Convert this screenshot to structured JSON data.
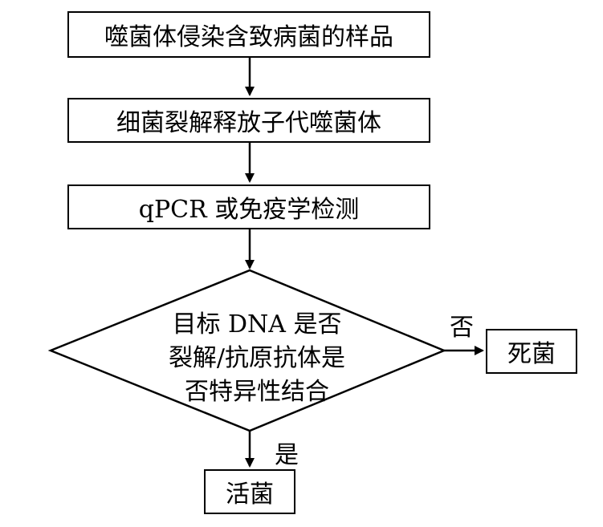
{
  "flowchart": {
    "steps": [
      "噬菌体侵染含致病菌的样品",
      "细菌裂解释放子代噬菌体",
      "qPCR 或免疫学检测"
    ],
    "decision": {
      "lines": [
        "目标 DNA 是否",
        "裂解/抗原抗体是",
        "否特异性结合"
      ]
    },
    "branch_no": {
      "label": "否",
      "result": "死菌"
    },
    "branch_yes": {
      "label": "是",
      "result": "活菌"
    }
  }
}
